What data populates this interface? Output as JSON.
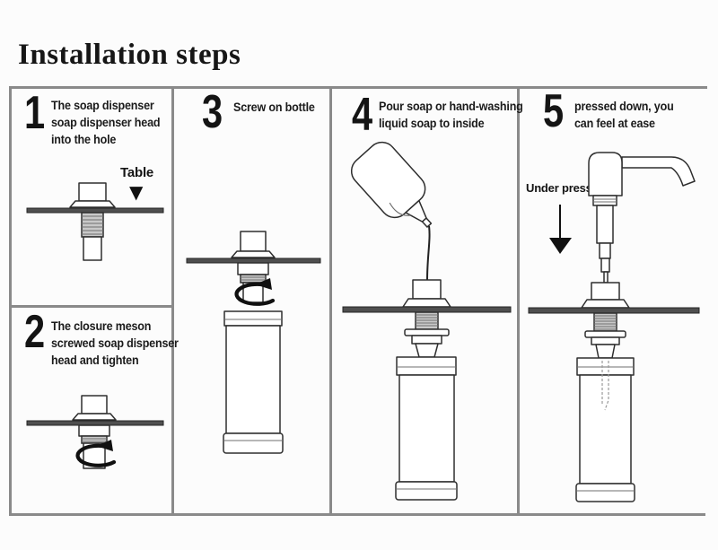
{
  "page": {
    "title": "Installation steps",
    "background": "#fcfcfc",
    "border_color": "#8a8a8a",
    "ink_color": "#1c1c1c"
  },
  "icons": {
    "table_pointer": "▼",
    "press_arrow": "down-arrow",
    "rotate_arrow": "rotate-arrow"
  },
  "steps": [
    {
      "number": "1",
      "lines": [
        "The soap dispenser",
        "soap dispenser head",
        "into the hole"
      ],
      "callout": "Table"
    },
    {
      "number": "2",
      "lines": [
        "The closure meson",
        "screwed soap dispenser",
        "head and tighten"
      ]
    },
    {
      "number": "3",
      "lines": [
        "Screw on bottle"
      ]
    },
    {
      "number": "4",
      "lines": [
        "Pour soap or hand-washing",
        "liquid soap to inside"
      ]
    },
    {
      "number": "5",
      "lines": [
        "pressed down, you",
        "can feel at ease"
      ],
      "callout": "Under pressure"
    }
  ]
}
